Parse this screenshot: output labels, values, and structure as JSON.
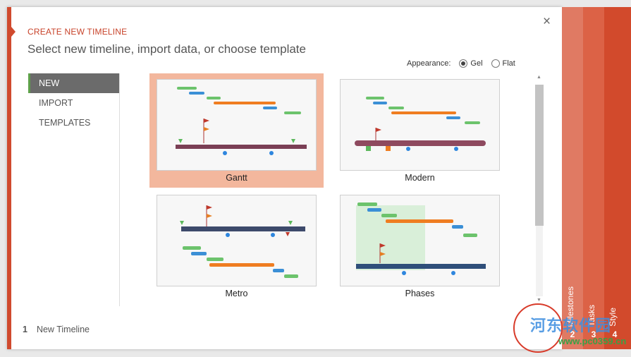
{
  "dialog": {
    "eyebrow": "CREATE NEW TIMELINE",
    "headline": "Select new timeline, import data, or choose template",
    "close_glyph": "×"
  },
  "appearance": {
    "label": "Appearance:",
    "options": [
      {
        "label": "Gel",
        "selected": true
      },
      {
        "label": "Flat",
        "selected": false
      }
    ]
  },
  "nav": {
    "items": [
      {
        "label": "NEW",
        "active": true
      },
      {
        "label": "IMPORT",
        "active": false
      },
      {
        "label": "TEMPLATES",
        "active": false
      }
    ]
  },
  "templates": [
    {
      "label": "Gantt",
      "selected": true
    },
    {
      "label": "Modern",
      "selected": false
    },
    {
      "label": "Metro",
      "selected": false
    },
    {
      "label": "Phases",
      "selected": false
    }
  ],
  "footer": {
    "step_number": "1",
    "step_label": "New Timeline"
  },
  "wizard_tabs": [
    {
      "label": "Milestones",
      "number": "2",
      "color": "#e07a63"
    },
    {
      "label": "Tasks",
      "number": "3",
      "color": "#dc6246"
    },
    {
      "label": "Style",
      "number": "4",
      "color": "#d24a2c"
    }
  ],
  "watermark": {
    "text": "河东软件园",
    "url": "www.pc0359.cn"
  },
  "colors": {
    "accent": "#d04a2e",
    "selected_tile": "#f3b79d",
    "nav_active": "#6b6b6b",
    "nav_active_bar": "#5ea04a"
  }
}
